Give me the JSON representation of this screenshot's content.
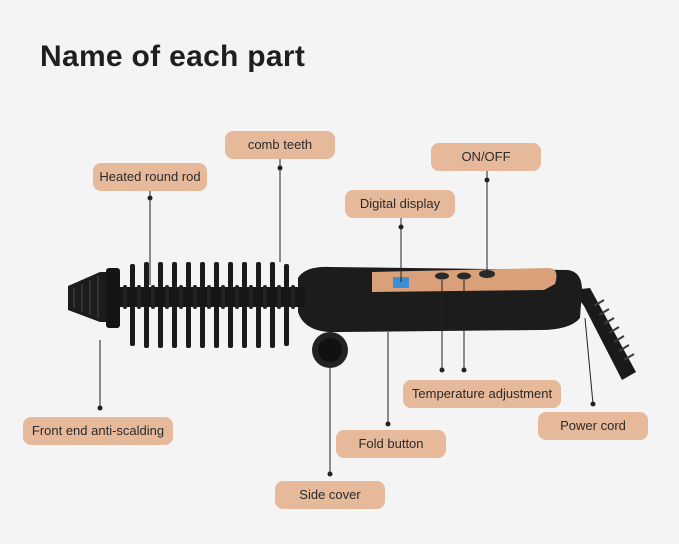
{
  "title": "Name of each part",
  "labels": {
    "comb_teeth": "comb teeth",
    "heated_round_rod": "Heated round rod",
    "on_off": "ON/OFF",
    "digital_display": "Digital display",
    "front_end_anti_scalding": "Front end anti-scalding",
    "temperature_adjustment": "Temperature adjustment",
    "fold_button": "Fold button",
    "power_cord": "Power cord",
    "side_cover": "Side cover"
  },
  "colors": {
    "background": "#f4f4f4",
    "label_fill": "#e6b99a",
    "device_body": "#1c1c1c",
    "accent_panel": "#d9a07a",
    "display": "#3a8fd6"
  }
}
